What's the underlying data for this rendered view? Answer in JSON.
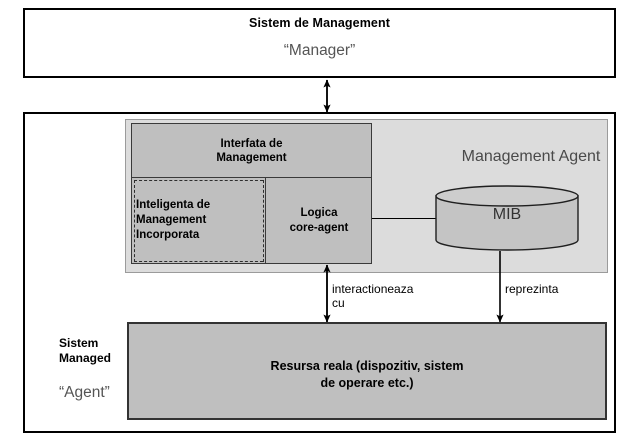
{
  "diagram": {
    "title_implicit": "Management system / Managed system architecture",
    "manager": {
      "title": "Sistem de Management",
      "subtitle": "“Manager”"
    },
    "managed": {
      "label_line1": "Sistem",
      "label_line2": "Managed",
      "subtitle": "“Agent”",
      "agent_container_title": "Management Agent"
    },
    "interface_block": {
      "interfata": "Interfata de Management",
      "interfata_line1": "Interfata de",
      "interfata_line2": "Management",
      "inteligenta_line1": "Inteligenta de",
      "inteligenta_line2": "Management",
      "inteligenta_line3": "Incorporata",
      "logica_line1": "Logica",
      "logica_line2": "core-agent"
    },
    "mib": {
      "label": "MIB"
    },
    "resource": {
      "line1": "Resursa reala (dispozitiv, sistem",
      "line2": "de operare etc.)"
    },
    "edges": [
      {
        "name": "manager-agent-link",
        "label": "",
        "direction": "bidirectional"
      },
      {
        "name": "agent-resource-interaction",
        "label_line1": "interactioneaza",
        "label_line2": "cu",
        "direction": "bidirectional"
      },
      {
        "name": "mib-resource-representation",
        "label": "reprezinta",
        "direction": "down"
      }
    ],
    "colors": {
      "page_background": "#ffffff",
      "outline": "#000000",
      "agent_container_fill": "#dcdcdc",
      "interface_block_fill": "#bfbfbf",
      "resource_fill": "#bfbfbf",
      "mib_body_fill": "#c4c4c4",
      "mib_top_fill": "#cdcdcd",
      "muted_text": "#555555",
      "agent_title_text": "#4a4a4a"
    }
  }
}
